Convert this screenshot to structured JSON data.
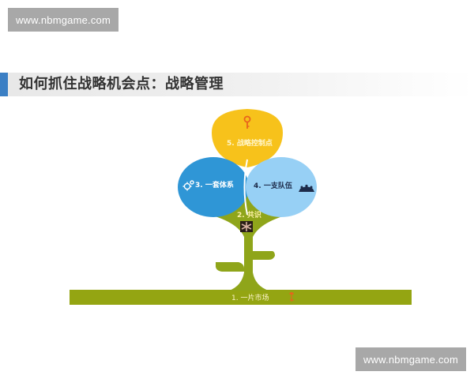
{
  "watermarks": {
    "top": "www.nbmgame.com",
    "bottom": "www.nbmgame.com"
  },
  "header": {
    "title": "如何抓住战略机会点：战略管理",
    "accent_color": "#3b7fc4"
  },
  "diagram": {
    "nodes": [
      {
        "id": "5",
        "label": "5. 战略控制点",
        "shape": "yellow-drop",
        "color": "#f7c21b",
        "icon": "key-icon"
      },
      {
        "id": "3",
        "label": "3. 一套体系",
        "shape": "blue-circle",
        "color": "#2f96d6",
        "icon": "gears-icon"
      },
      {
        "id": "4",
        "label": "4. 一支队伍",
        "shape": "lightblue-circle",
        "color": "#97d0f5",
        "icon": "team-icon"
      },
      {
        "id": "2",
        "label": "2. 共识",
        "shape": "green-diamond",
        "color": "#8fa51a",
        "icon": "handshake-icon"
      },
      {
        "id": "1",
        "label": "1. 一片市场",
        "shape": "green-ground-bar",
        "color": "#94a512",
        "icon": "flower-icon"
      }
    ],
    "colors": {
      "yellow": "#f7c21b",
      "blue": "#2f96d6",
      "light_blue": "#97d0f5",
      "olive": "#94a512",
      "orange_accent": "#e8641c"
    }
  }
}
